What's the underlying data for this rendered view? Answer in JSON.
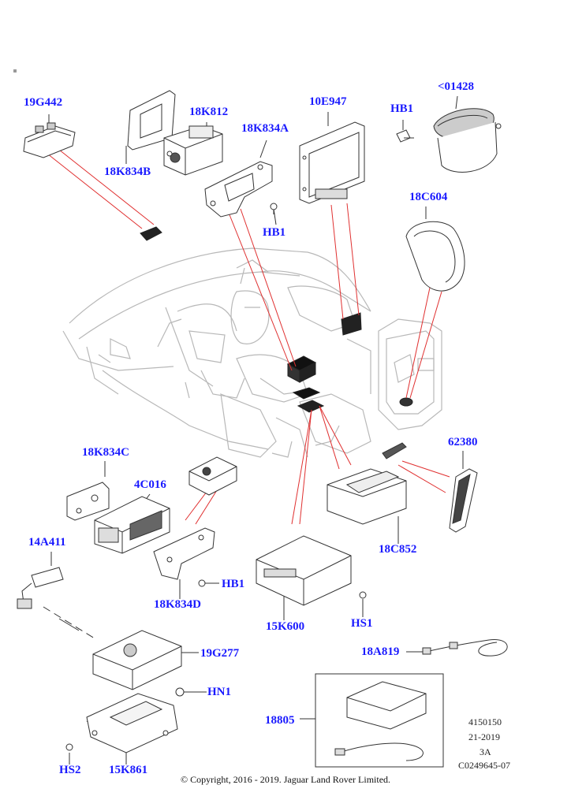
{
  "callouts": {
    "p19G442": "19G442",
    "p18K834B": "18K834B",
    "p18K812": "18K812",
    "p18K834A": "18K834A",
    "p10E947": "10E947",
    "pHB1_top": "HB1",
    "p01428": "<01428",
    "pHB1_a": "HB1",
    "p18C604": "18C604",
    "p18K834C": "18K834C",
    "p4C016": "4C016",
    "p14A411": "14A411",
    "pHB1_b": "HB1",
    "p18K834D": "18K834D",
    "p62380": "62380",
    "p18C852": "18C852",
    "p15K600": "15K600",
    "pHS1": "HS1",
    "p19G277": "19G277",
    "pHN1": "HN1",
    "p18A819": "18A819",
    "p18805": "18805",
    "pHS2": "HS2",
    "p15K861": "15K861"
  },
  "meta": {
    "ref": "4150150",
    "date": "21-2019",
    "rev": "3A",
    "code": "C0249645-07"
  },
  "copyright": "© Copyright, 2016 - 2019. Jaguar Land Rover Limited.",
  "colors": {
    "callout": "#1a1aff",
    "leader": "#e03030",
    "line": "#555555"
  }
}
